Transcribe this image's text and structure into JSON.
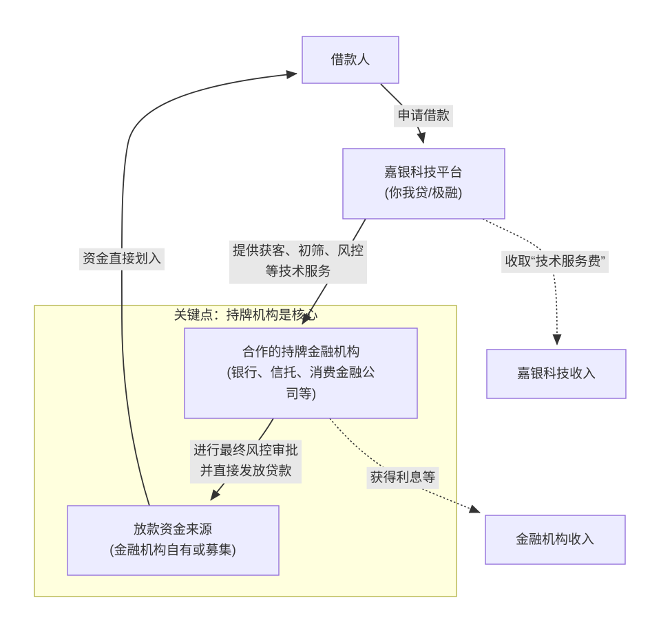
{
  "diagram": {
    "type": "flowchart",
    "background": "#ffffff",
    "node_fill": "#ECECFF",
    "node_border": "#9370DB",
    "cluster_fill": "#FFFFDE",
    "cluster_border": "#AAAA33",
    "edge_color": "#333333",
    "edge_label_bg": "#e8e8e8",
    "text_color": "#333333"
  },
  "cluster": {
    "title": "关键点：持牌机构是核心"
  },
  "nodes": {
    "borrower": {
      "label": "借款人"
    },
    "platform": {
      "label": "嘉银科技平台\n(你我贷/极融)"
    },
    "jiayin_income": {
      "label": "嘉银科技收入"
    },
    "licensed": {
      "label": "合作的持牌金融机构\n(银行、信托、消费金融公\n司等)"
    },
    "funding": {
      "label": "放款资金来源\n(金融机构自有或募集)"
    },
    "fin_income": {
      "label": "金融机构收入"
    }
  },
  "edges": {
    "apply": {
      "from": "borrower",
      "to": "platform",
      "label": "申请借款",
      "style": "solid"
    },
    "tech_service": {
      "from": "platform",
      "to": "licensed",
      "label": "提供获客、初筛、风控\n等技术服务",
      "style": "solid"
    },
    "service_fee": {
      "from": "platform",
      "to": "jiayin_income",
      "label": "收取“技术服务费”",
      "style": "dotted"
    },
    "risk_approval": {
      "from": "licensed",
      "to": "funding",
      "label": "进行最终风控审批\n并直接发放贷款",
      "style": "solid"
    },
    "interest": {
      "from": "licensed",
      "to": "fin_income",
      "label": "获得利息等",
      "style": "dotted"
    },
    "funds_in": {
      "from": "funding",
      "to": "borrower",
      "label": "资金直接划入",
      "style": "solid"
    }
  }
}
